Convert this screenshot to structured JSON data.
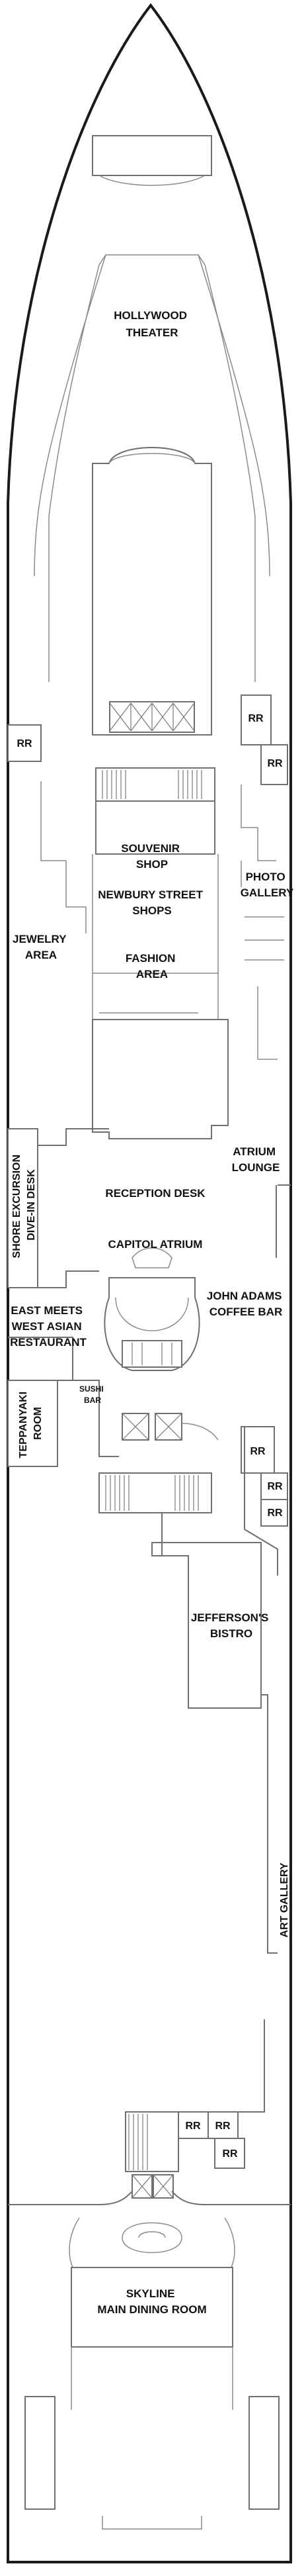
{
  "deck_plan": {
    "venues": {
      "hollywood_theater": [
        "HOLLYWOOD",
        "THEATER"
      ],
      "souvenir_shop": [
        "SOUVENIR",
        "SHOP"
      ],
      "newbury_street_shops": [
        "NEWBURY STREET",
        "SHOPS"
      ],
      "photo_gallery": [
        "PHOTO",
        "GALLERY"
      ],
      "jewelry_area": [
        "JEWELRY",
        "AREA"
      ],
      "fashion_area": [
        "FASHION",
        "AREA"
      ],
      "atrium_lounge": [
        "ATRIUM",
        "LOUNGE"
      ],
      "shore_excursion": [
        "SHORE EXCURSION",
        "DIVE-IN DESK"
      ],
      "reception_desk": "RECEPTION DESK",
      "capitol_atrium": "CAPITOL ATRIUM",
      "east_meets_west": [
        "EAST MEETS",
        "WEST ASIAN",
        "RESTAURANT"
      ],
      "john_adams": [
        "JOHN ADAMS",
        "COFFEE BAR"
      ],
      "sushi_bar": [
        "SUSHI",
        "BAR"
      ],
      "teppanyaki_room": [
        "TEPPANYAKI",
        "ROOM"
      ],
      "jeffersons_bistro": [
        "JEFFERSON'S",
        "BISTRO"
      ],
      "art_gallery": "ART GALLERY",
      "skyline_dining": [
        "SKYLINE",
        "MAIN DINING ROOM"
      ]
    },
    "restroom_label": "RR",
    "colors": {
      "hull": "#1a1a1a",
      "walls": "#6f6f6f",
      "text": "#111111"
    }
  }
}
